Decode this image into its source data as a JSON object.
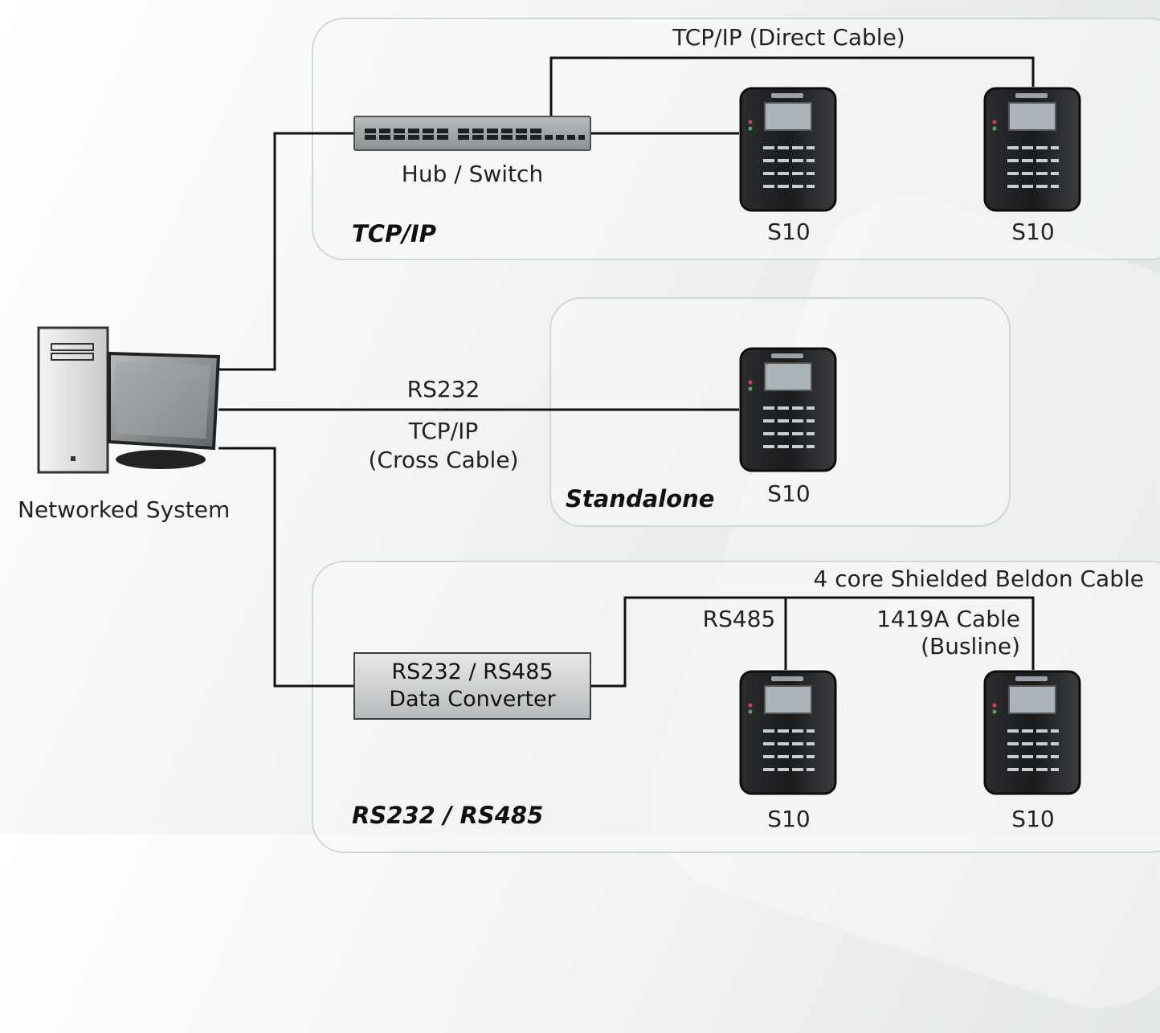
{
  "groups": {
    "tcpip": {
      "title": "TCP/IP"
    },
    "standalone": {
      "title": "Standalone"
    },
    "rs": {
      "title": "RS232 / RS485"
    }
  },
  "computer": {
    "label": "Networked System"
  },
  "hub": {
    "label": "Hub / Switch"
  },
  "converter": {
    "line1": "RS232 / RS485",
    "line2": "Data Converter"
  },
  "devices": {
    "tcp1": "S10",
    "tcp2": "S10",
    "standalone": "S10",
    "rs1": "S10",
    "rs2": "S10"
  },
  "connections": {
    "direct_cable": "TCP/IP (Direct Cable)",
    "rs232": "RS232",
    "cross_cable_line1": "TCP/IP",
    "cross_cable_line2": "(Cross Cable)",
    "beldon": "4 core Shielded Beldon Cable",
    "rs485": "RS485",
    "cable_1419_line1": "1419A Cable",
    "cable_1419_line2": "(Busline)"
  }
}
